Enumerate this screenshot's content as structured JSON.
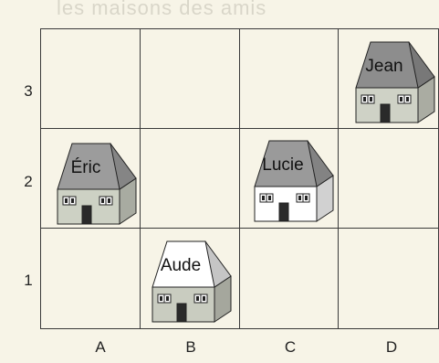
{
  "ghost_text": "les maisons des amis",
  "rows": [
    "3",
    "2",
    "1"
  ],
  "columns": [
    "A",
    "B",
    "C",
    "D"
  ],
  "houses": [
    {
      "name": "Jean",
      "column": "D",
      "row": "3",
      "roof_color": "#8d8d8d",
      "wall_color": "#cfd2c6"
    },
    {
      "name": "Éric",
      "column": "A",
      "row": "2",
      "roof_color": "#9c9c9c",
      "wall_color": "#cdd1c4"
    },
    {
      "name": "Lucie",
      "column": "C",
      "row": "2",
      "roof_color": "#9a9a9a",
      "wall_color": "#ffffff"
    },
    {
      "name": "Aude",
      "column": "B",
      "row": "1",
      "roof_color": "#ffffff",
      "wall_color": "#c9ccc0"
    }
  ]
}
